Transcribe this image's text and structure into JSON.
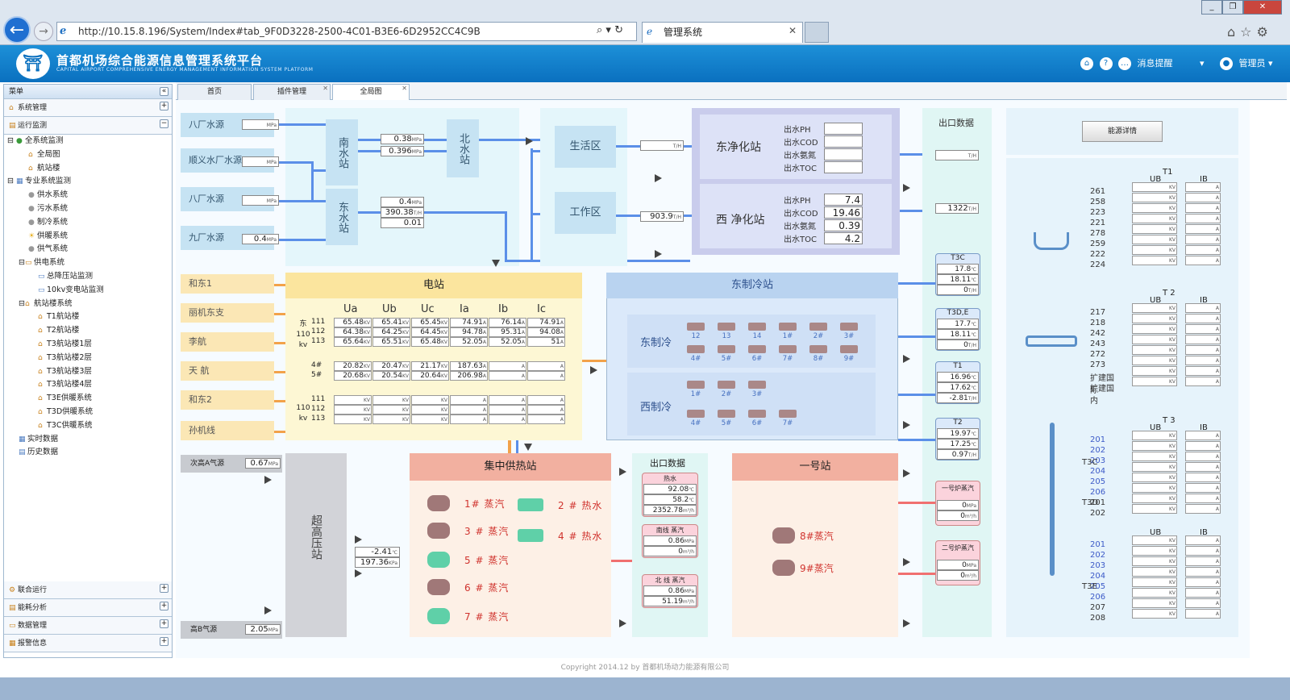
{
  "browser": {
    "url": "http://10.15.8.196/System/Index#tab_9F0D3228-2500-4C01-B3E6-6D2952CC4C9B",
    "tab_title": "管理系统"
  },
  "app": {
    "title": "首都机场综合能源信息管理系统平台",
    "subtitle": "CAPITAL AIRPORT COMPREHENSIVE ENERGY MANAGEMENT INFORMATION SYSTEM PLATFORM",
    "notify": "消息提醒",
    "user": "管理员"
  },
  "sidebar": {
    "menu_label": "菜单",
    "sections": [
      "系统管理",
      "运行监测"
    ],
    "tree": [
      "全系统监测",
      "全局图",
      "航站楼",
      "专业系统监测",
      "供水系统",
      "污水系统",
      "制冷系统",
      "供暖系统",
      "供气系统",
      "供电系统",
      "总降压站监测",
      "10kv变电站监测",
      "航站楼系统",
      "T1航站楼",
      "T2航站楼",
      "T3航站楼1层",
      "T3航站楼2层",
      "T3航站楼3层",
      "T3航站楼4层",
      "T3E供暖系统",
      "T3D供暖系统",
      "T3C供暖系统",
      "实时数据",
      "历史数据"
    ],
    "bottom": [
      "联合运行",
      "能耗分析",
      "数据管理",
      "报警信息"
    ]
  },
  "tabs": [
    "首页",
    "插件管理",
    "全局图"
  ],
  "water": {
    "sources": [
      "八厂水源",
      "顺义水厂水源",
      "八厂水源",
      "九厂水源"
    ],
    "source_vals": [
      "",
      "",
      "",
      "0.4"
    ],
    "unit_mpa": "MPa",
    "unit_th": "T/H",
    "stations": [
      "南水站",
      "北水站",
      "东水站"
    ],
    "south_vals": [
      "0.38",
      "0.396"
    ],
    "east_vals": [
      "0.4",
      "390.38",
      "0.01"
    ],
    "east_unit": "T/H",
    "zones": [
      "生活区",
      "工作区"
    ],
    "zone_vals": [
      "",
      "903.9"
    ]
  },
  "purify": {
    "east": "东净化站",
    "west": "西 净化站",
    "params": [
      "出水PH",
      "出水COD",
      "出水氨氮",
      "出水TOC"
    ],
    "east_vals": [
      "",
      "",
      "",
      ""
    ],
    "west_vals": [
      "7.4",
      "19.46",
      "0.39",
      "4.2"
    ]
  },
  "export": {
    "title": "出口数据",
    "v1": "",
    "v2": "1322",
    "groups": [
      {
        "name": "T3C",
        "vals": [
          "17.8",
          "18.11",
          "0"
        ]
      },
      {
        "name": "T3D,E",
        "vals": [
          "17.7",
          "18.11",
          "0"
        ]
      },
      {
        "name": "T1",
        "vals": [
          "16.96",
          "17.62",
          "-2.81"
        ]
      },
      {
        "name": "T2",
        "vals": [
          "19.97",
          "17.25",
          "0.97"
        ]
      }
    ],
    "boilers": [
      {
        "name": "一号炉蒸汽",
        "vals": [
          "0",
          "0"
        ]
      },
      {
        "name": "二号炉蒸汽",
        "vals": [
          "0",
          "0"
        ]
      }
    ]
  },
  "units": {
    "c": "℃",
    "th": "T/H",
    "mpa": "MPa",
    "m3h": "m³/h",
    "kv": "KV",
    "a": "A",
    "kpa": "KPa"
  },
  "power": {
    "feeds": [
      "和东1",
      "丽机东支",
      "李航",
      "天 航",
      "和东2",
      "孙机线"
    ],
    "title": "电站",
    "cols": [
      "Ua",
      "Ub",
      "Uc",
      "Ia",
      "Ib",
      "Ic"
    ],
    "east110_label": [
      "东",
      "110",
      "kv"
    ],
    "rows": [
      "111",
      "112",
      "113"
    ],
    "east110": [
      [
        "65.48",
        "65.41",
        "65.45",
        "74.91",
        "76.14",
        "74.91"
      ],
      [
        "64.38",
        "64.25",
        "64.45",
        "94.78",
        "95.31",
        "94.08"
      ],
      [
        "65.64",
        "65.51",
        "65.48",
        "52.05",
        "52.05",
        "51"
      ]
    ],
    "row45": [
      "4#",
      "5#"
    ],
    "r45": [
      [
        "20.82",
        "20.47",
        "21.17",
        "187.63",
        "",
        ""
      ],
      [
        "20.68",
        "20.54",
        "20.64",
        "206.98",
        "",
        ""
      ]
    ],
    "w110_label": [
      "110",
      "kv"
    ],
    "w110": [
      [
        "",
        "",
        "",
        "",
        "",
        ""
      ],
      [
        "",
        "",
        "",
        "",
        "",
        ""
      ],
      [
        "",
        "",
        "",
        "",
        "",
        ""
      ]
    ]
  },
  "cooling": {
    "title": "东制冷站",
    "east": "东制冷",
    "west": "西制冷",
    "east_top": [
      "12",
      "13",
      "14",
      "1#",
      "2#",
      "3#"
    ],
    "east_bot": [
      "4#",
      "5#",
      "6#",
      "7#",
      "8#",
      "9#"
    ],
    "west_top": [
      "1#",
      "2#",
      "3#"
    ],
    "west_bot": [
      "4#",
      "5#",
      "6#",
      "7#"
    ]
  },
  "gas": {
    "a_label": "次高A气源",
    "a_val": "0.67",
    "b_label": "高B气源",
    "b_val": "2.05",
    "station": "超高压站",
    "mid_vals": [
      "-2.41",
      "197.36"
    ]
  },
  "heat": {
    "title": "集中供热站",
    "items": [
      "1# 蒸汽",
      "3 # 蒸汽",
      "5 # 蒸汽",
      "6 # 蒸汽",
      "7 # 蒸汽"
    ],
    "water_items": [
      "2 # 热水",
      "4 # 热水"
    ],
    "export_title": "出口数据",
    "exports": [
      {
        "name": "热水",
        "vals": [
          "92.08",
          "58.2",
          "2352.78"
        ]
      },
      {
        "name": "南线 蒸汽",
        "vals": [
          "0.86",
          "0"
        ]
      },
      {
        "name": "北 线 蒸汽",
        "vals": [
          "0.86",
          "51.19"
        ]
      }
    ]
  },
  "station1": {
    "title": "一号站",
    "items": [
      "8#蒸汽",
      "9#蒸汽"
    ]
  },
  "terminal": {
    "button": "能源详情",
    "ub": "UB",
    "ib": "IB",
    "t1": {
      "name": "T1",
      "rows": [
        "261",
        "258",
        "223",
        "221",
        "278",
        "259",
        "222",
        "224"
      ]
    },
    "t2": {
      "name": "T 2",
      "rows": [
        "217",
        "218",
        "242",
        "243",
        "272",
        "273",
        "扩建国际",
        "扩建国内"
      ]
    },
    "t3": {
      "name": "T 3",
      "rows": [
        "201",
        "202",
        "203",
        "204",
        "205",
        "206",
        "201",
        "202"
      ],
      "labels": [
        "T3C",
        "T3D"
      ]
    },
    "t3e": {
      "rows": [
        "201",
        "202",
        "203",
        "204",
        "205",
        "206",
        "207",
        "208"
      ],
      "label": "T3E"
    }
  },
  "footer": "Copyright 2014.12 by 首都机场动力能源有限公司"
}
